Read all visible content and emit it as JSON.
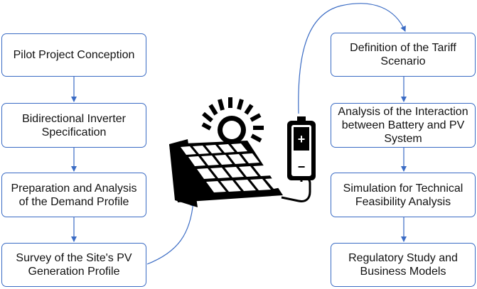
{
  "left_steps": [
    {
      "label": "Pilot Project Conception"
    },
    {
      "label": "Bidirectional Inverter Specification"
    },
    {
      "label": "Preparation and Analysis of the Demand Profile"
    },
    {
      "label": "Survey of the Site's PV Generation Profile"
    }
  ],
  "right_steps": [
    {
      "label": "Definition of the Tariff Scenario"
    },
    {
      "label": "Analysis of the Interaction between Battery and PV System"
    },
    {
      "label": "Simulation for Technical Feasibility Analysis"
    },
    {
      "label": "Regulatory Study and Business Models"
    }
  ],
  "illustration": {
    "battery_plus": "+",
    "battery_minus": "−",
    "icons": [
      "sun-icon",
      "solar-panel-icon",
      "battery-icon"
    ]
  },
  "colors": {
    "box_border": "#3a6bc4",
    "arrow": "#3a6bc4",
    "illustration": "#000000"
  }
}
